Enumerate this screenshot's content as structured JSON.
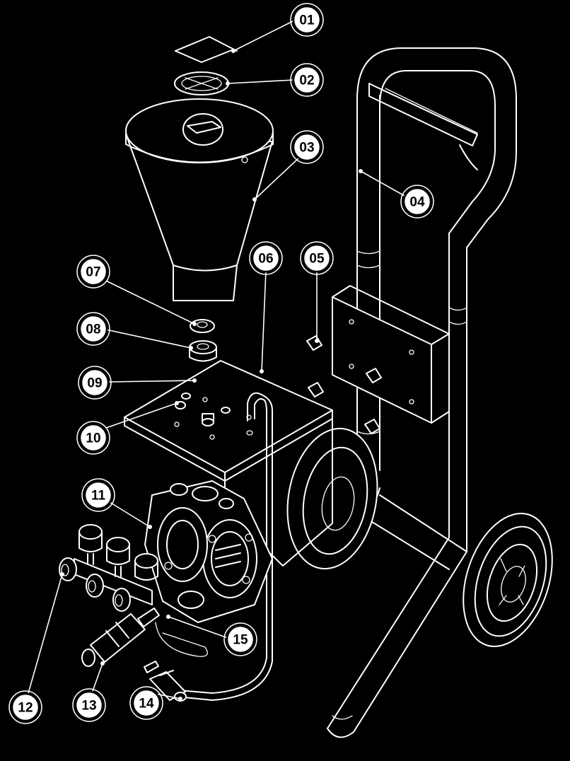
{
  "diagram": {
    "background_color": "#000000",
    "line_color": "#ffffff",
    "callouts": [
      {
        "id": "c01",
        "label": "01"
      },
      {
        "id": "c02",
        "label": "02"
      },
      {
        "id": "c03",
        "label": "03"
      },
      {
        "id": "c04",
        "label": "04"
      },
      {
        "id": "c05",
        "label": "05"
      },
      {
        "id": "c06",
        "label": "06"
      },
      {
        "id": "c07",
        "label": "07"
      },
      {
        "id": "c08",
        "label": "08"
      },
      {
        "id": "c09",
        "label": "09"
      },
      {
        "id": "c10",
        "label": "10"
      },
      {
        "id": "c11",
        "label": "11"
      },
      {
        "id": "c12",
        "label": "12"
      },
      {
        "id": "c13",
        "label": "13"
      },
      {
        "id": "c14",
        "label": "14"
      },
      {
        "id": "c15",
        "label": "15"
      }
    ]
  }
}
